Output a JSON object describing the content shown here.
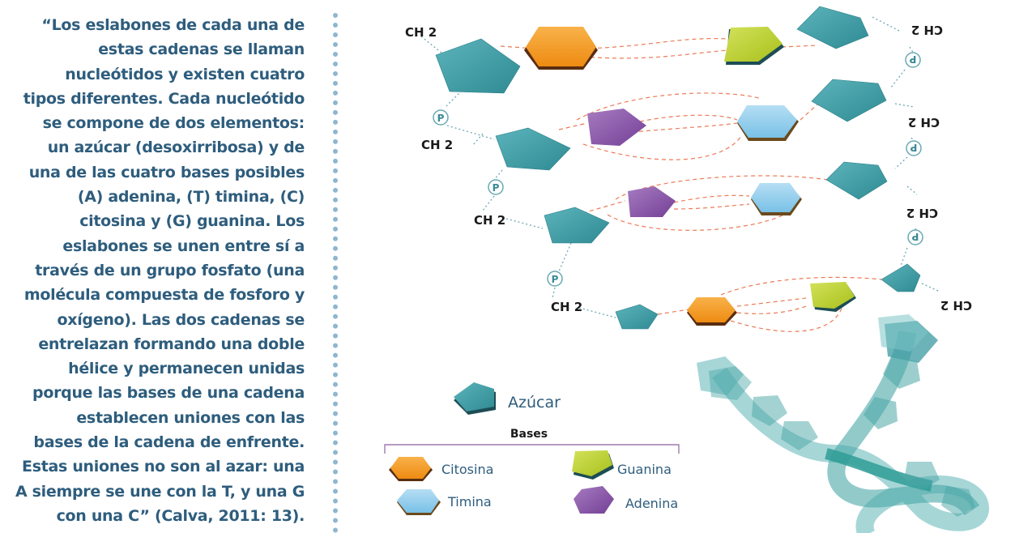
{
  "quote_lines": [
    "“Los eslabones de cada una de",
    "estas cadenas se llaman",
    "nucleótidos y existen cuatro",
    "tipos diferentes. Cada nucleótido",
    "se compone de dos elementos:",
    "un azúcar (desoxirribosa) y de",
    "una de las cuatro bases posibles",
    "(A) adenina, (T) timina, (C)",
    "citosina y (G) guanina. Los",
    "eslabones se unen entre sí a",
    "través de un grupo fosfato (una",
    "molécula compuesta de fosforo y",
    "oxígeno). Las dos cadenas se",
    "entrelazan formando una doble",
    "hélice y permanecen unidas",
    "porque las bases de una cadena",
    "establecen uniones con las",
    "bases de la cadena de enfrente.",
    "Estas uniones no son al azar: una",
    "A siempre se une con la T, y una G",
    "con una C” (Calva, 2011: 13)."
  ],
  "labels": {
    "ch2": "CH 2",
    "phosphate": "P"
  },
  "legend": {
    "sugar": "Azúcar",
    "bases_title": "Bases",
    "cytosine": "Citosina",
    "guanine": "Guanina",
    "thymine": "Timina",
    "adenine": "Adenina"
  },
  "colors": {
    "text": "#2e5d7d",
    "sugar": "#3a9aa0",
    "cytosine": "#f39a1e",
    "guanine": "#b9cf2a",
    "thymine": "#8fcdec",
    "adenine": "#8b55a8",
    "bond": "#ec7a55",
    "backbone": "#6aa9b3",
    "legend_line": "#a07ab0"
  }
}
